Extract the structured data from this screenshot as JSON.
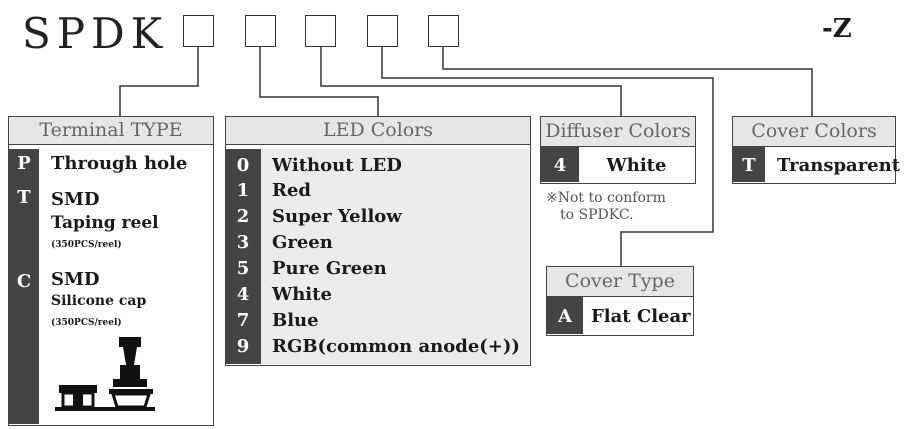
{
  "header": {
    "prefix": "SPDK",
    "suffix": "-Z"
  },
  "terminal": {
    "title": "Terminal TYPE",
    "items": [
      {
        "code": "P",
        "label": "Through hole"
      },
      {
        "code": "T",
        "label": "SMD",
        "sub": "Taping reel",
        "note": "(350PCS/reel)"
      },
      {
        "code": "C",
        "label": "SMD",
        "sub": "Silicone cap",
        "note": "(350PCS/reel)"
      }
    ]
  },
  "led": {
    "title": "LED Colors",
    "items": [
      {
        "code": "0",
        "label": "Without LED"
      },
      {
        "code": "1",
        "label": "Red"
      },
      {
        "code": "2",
        "label": "Super Yellow"
      },
      {
        "code": "3",
        "label": "Green"
      },
      {
        "code": "5",
        "label": "Pure Green"
      },
      {
        "code": "4",
        "label": "White"
      },
      {
        "code": "7",
        "label": "Blue"
      },
      {
        "code": "9",
        "label": "RGB(common anode(+))"
      }
    ]
  },
  "diffuser": {
    "title": "Diffuser Colors",
    "code": "4",
    "label": "White",
    "note_line1": "※Not to conform",
    "note_line2": "to SPDKC."
  },
  "cover_type": {
    "title": "Cover Type",
    "code": "A",
    "label": "Flat Clear"
  },
  "cover_colors": {
    "title": "Cover Colors",
    "code": "T",
    "label": "Transparent"
  },
  "colors": {
    "dark": "#444444",
    "header_bg": "#e6e6e6",
    "line": "#333333"
  }
}
